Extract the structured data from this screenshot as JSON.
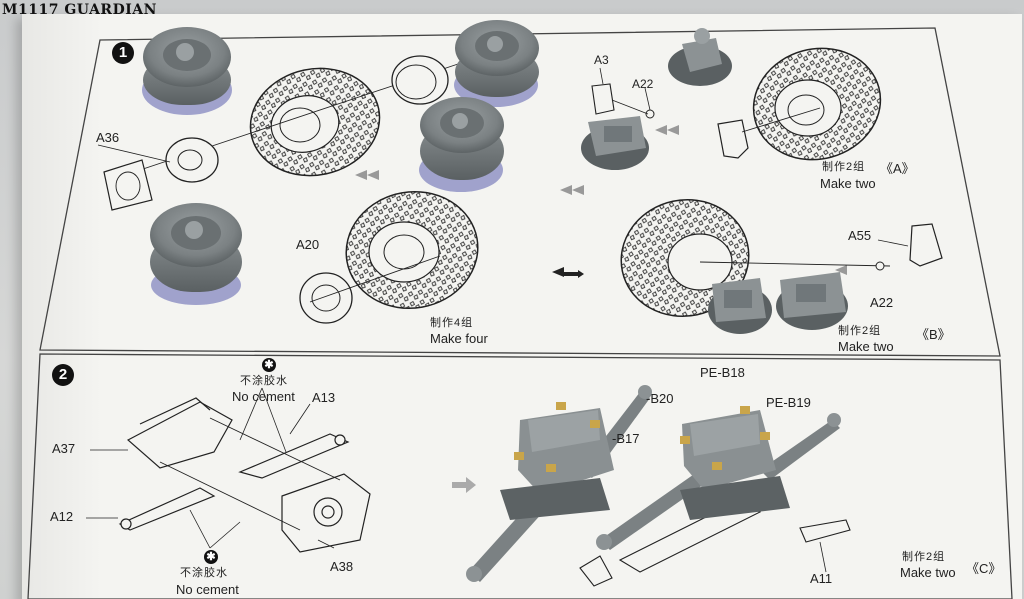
{
  "title": "M1117 GUARDIAN",
  "steps": {
    "step1": {
      "number": "1",
      "labels": {
        "a36": "A36",
        "a20": "A20",
        "a3": "A3",
        "a22_top": "A22",
        "a55": "A55",
        "a22_bottom": "A22"
      },
      "make_four_cn": "制作4组",
      "make_four_en": "Make four",
      "make_two_a_cn": "制作2组",
      "make_two_a_en": "Make two",
      "sub_a": "《A》",
      "make_two_b_cn": "制作2组",
      "make_two_b_en": "Make two",
      "sub_b": "《B》"
    },
    "step2": {
      "number": "2",
      "labels": {
        "a37": "A37",
        "a13": "A13",
        "a12": "A12",
        "a38": "A38",
        "a11": "A11",
        "pe_b18": "PE-B18",
        "pe_b20": "-B20",
        "pe_b19": "PE-B19",
        "pe_b17": "-B17"
      },
      "asterisk_glyph": "✱",
      "no_cement_top_cn": "不涂胶水",
      "no_cement_top_en": "No cement",
      "no_cement_bottom_cn": "不涂胶水",
      "no_cement_bottom_en": "No cement",
      "make_two_c_cn": "制作2组",
      "make_two_c_en": "Make two",
      "sub_c": "《C》"
    }
  },
  "colors": {
    "background": "#c9cccb",
    "paper": "#f4f4f1",
    "model_grey": "#8c9294",
    "model_dark": "#5c6264",
    "brass": "#c9a54a",
    "ink": "#222222"
  }
}
